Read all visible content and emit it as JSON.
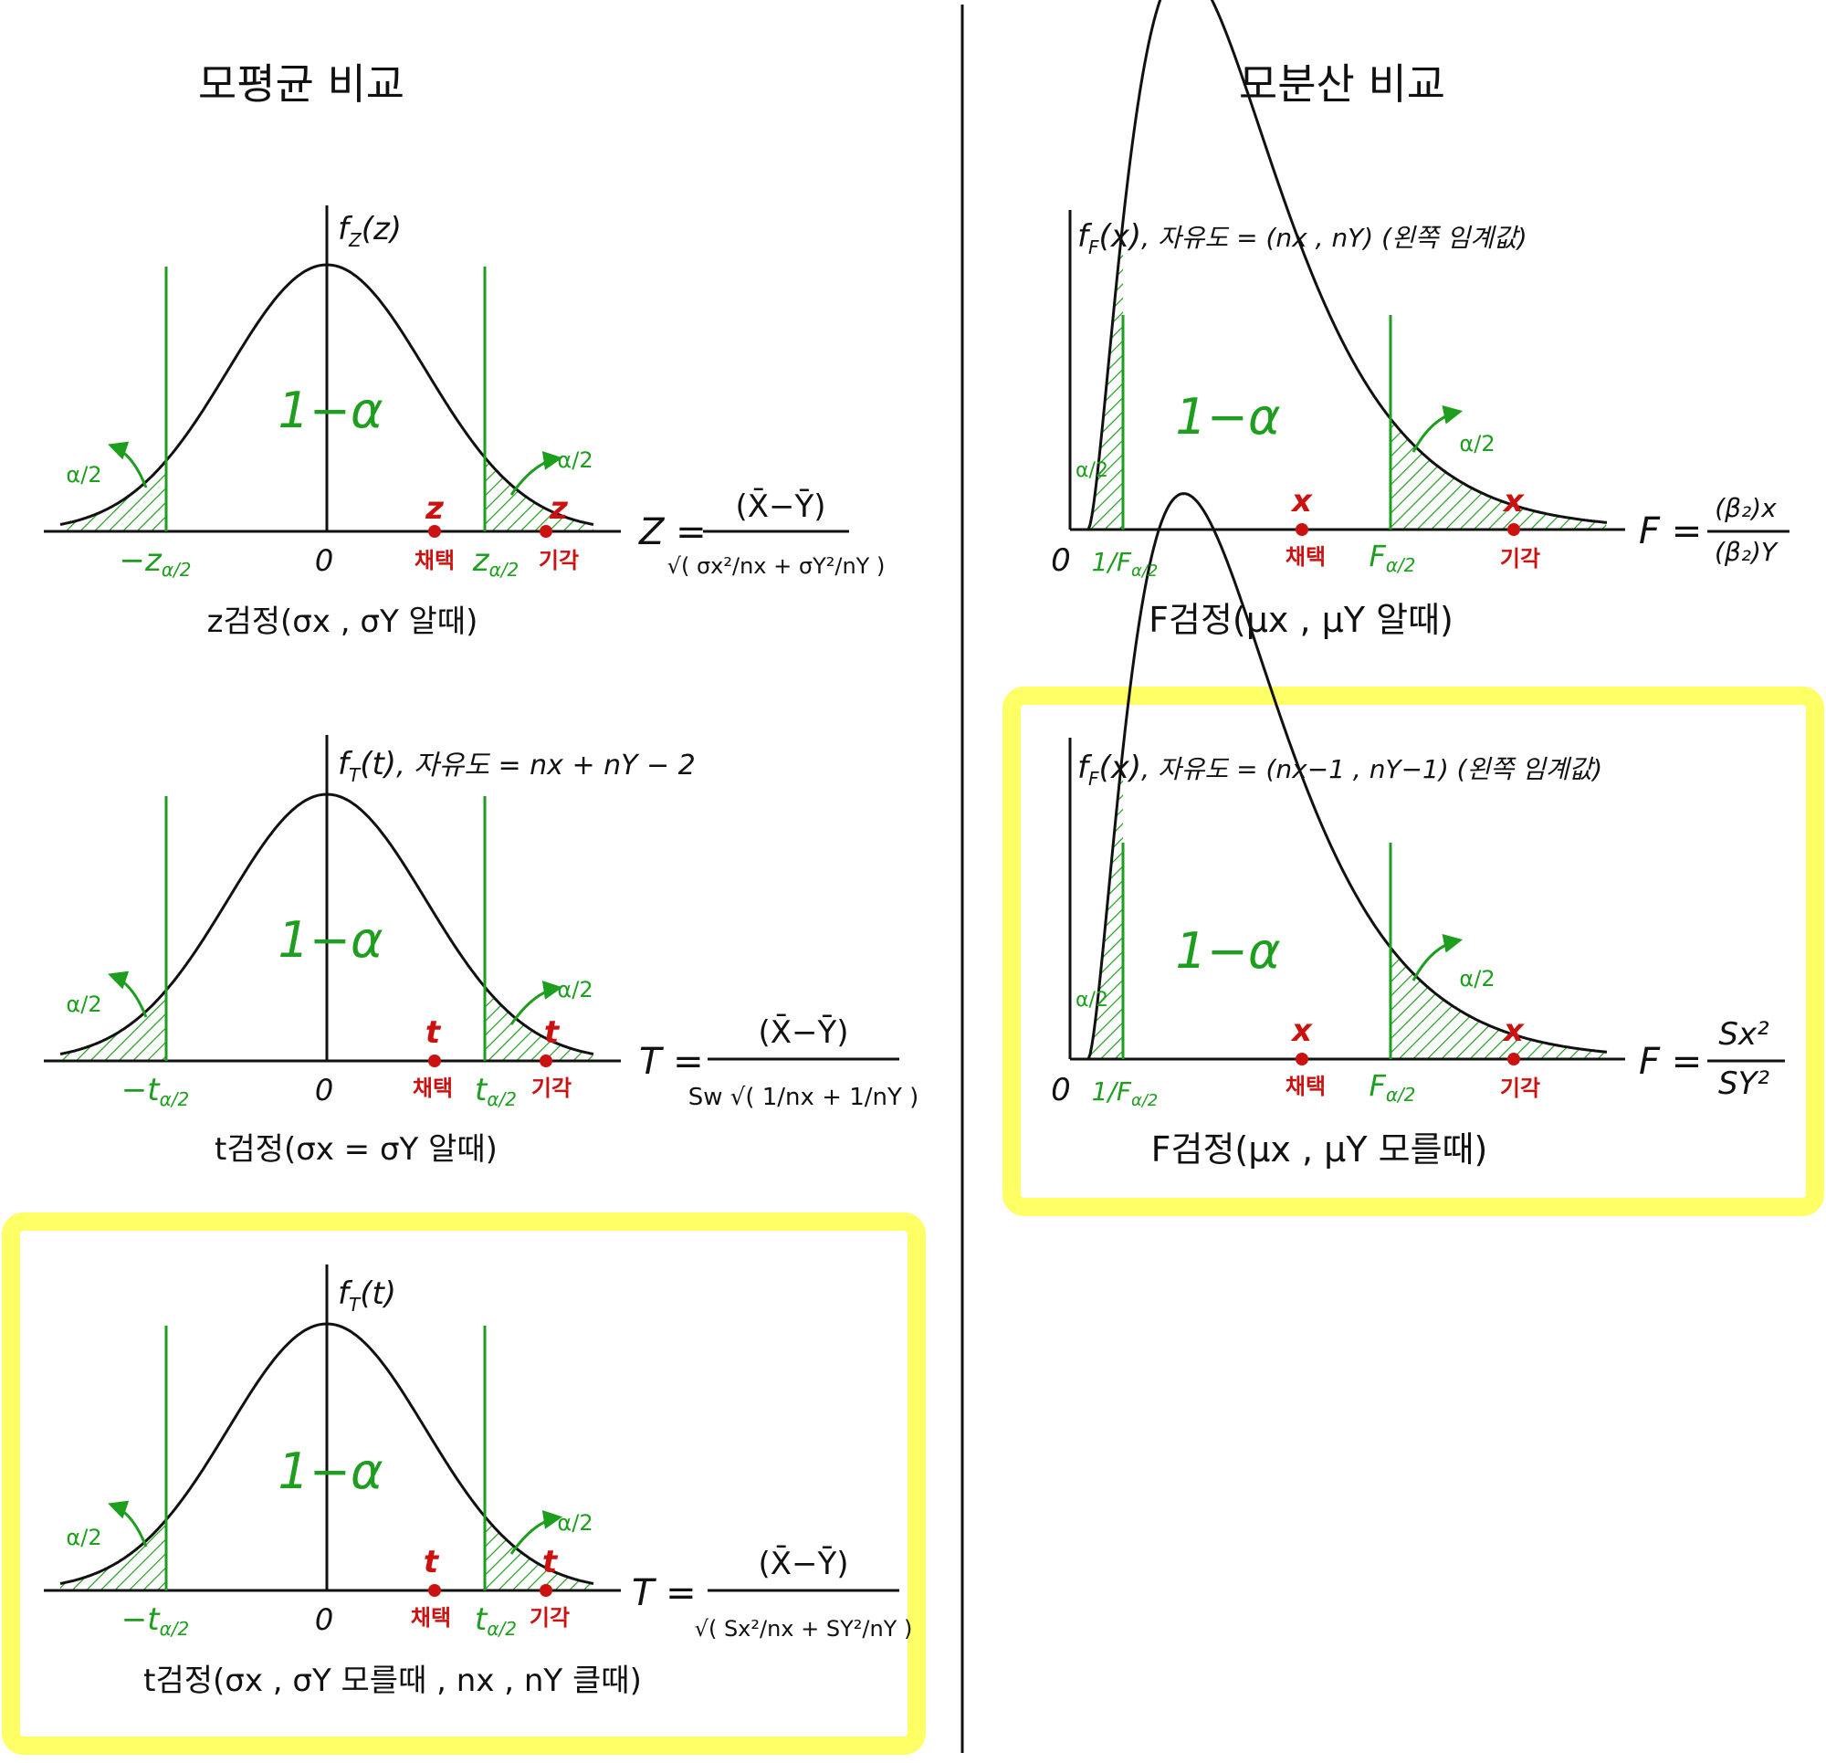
{
  "colors": {
    "ink": "#111111",
    "green": "#1e9e1e",
    "red": "#cc1111",
    "highlight": "#ffff66"
  },
  "left_header": "모평균 비교",
  "right_header": "모분산 비교",
  "panels": [
    {
      "id": "z",
      "curve": "normal",
      "highlighted": false,
      "fn_label": "f",
      "fn_sub": "Z",
      "fn_arg": "(z)",
      "fn_extra": "",
      "area_label": "1−α",
      "tail_left": "α/2",
      "tail_right": "α/2",
      "zero": "0",
      "crit_left": "−z",
      "crit_left_sub": "α/2",
      "crit_right": "z",
      "crit_right_sub": "α/2",
      "accept_mark": "z",
      "accept_label": "채택",
      "reject_mark": "z",
      "reject_label": "기각",
      "formula_lhs": "Z =",
      "formula_num": "(X̄−Ȳ)",
      "formula_den": "√( σx²/nx + σY²/nY )",
      "caption": "z검정(σx , σY 알때)"
    },
    {
      "id": "t1",
      "curve": "normal",
      "highlighted": false,
      "fn_label": "f",
      "fn_sub": "T",
      "fn_arg": "(t)",
      "fn_extra": ", 자유도 = nx + nY − 2",
      "area_label": "1−α",
      "tail_left": "α/2",
      "tail_right": "α/2",
      "zero": "0",
      "crit_left": "−t",
      "crit_left_sub": "α/2",
      "crit_right": "t",
      "crit_right_sub": "α/2",
      "accept_mark": "t",
      "accept_label": "채택",
      "reject_mark": "t",
      "reject_label": "기각",
      "formula_lhs": "T =",
      "formula_num": "(X̄−Ȳ)",
      "formula_den": "Sw √( 1/nx + 1/nY )",
      "caption": "t검정(σx = σY 알때)"
    },
    {
      "id": "t2",
      "curve": "normal",
      "highlighted": true,
      "fn_label": "f",
      "fn_sub": "T",
      "fn_arg": "(t)",
      "fn_extra": "",
      "area_label": "1−α",
      "tail_left": "α/2",
      "tail_right": "α/2",
      "zero": "0",
      "crit_left": "−t",
      "crit_left_sub": "α/2",
      "crit_right": "t",
      "crit_right_sub": "α/2",
      "accept_mark": "t",
      "accept_label": "채택",
      "reject_mark": "t",
      "reject_label": "기각",
      "formula_lhs": "T =",
      "formula_num": "(X̄−Ȳ)",
      "formula_den": "√( Sx²/nx + SY²/nY )",
      "caption": "t검정(σx , σY 모를때 , nx , nY 클때)"
    },
    {
      "id": "f1",
      "curve": "skewed",
      "highlighted": false,
      "fn_label": "f",
      "fn_sub": "F",
      "fn_arg": "(x)",
      "fn_extra": ", 자유도 = (nx , nY) (왼쪽 임계값)",
      "area_label": "1−α",
      "tail_left": "α/2",
      "tail_right": "α/2",
      "zero": "0",
      "crit_left": "1/F",
      "crit_left_sub": "α/2",
      "crit_right": "F",
      "crit_right_sub": "α/2",
      "accept_mark": "x",
      "accept_label": "채택",
      "reject_mark": "x",
      "reject_label": "기각",
      "formula_lhs": "F =",
      "formula_num": "(β₂)x",
      "formula_den": "(β₂)Y",
      "caption": "F검정(μx , μY 알때)"
    },
    {
      "id": "f2",
      "curve": "skewed",
      "highlighted": true,
      "fn_label": "f",
      "fn_sub": "F",
      "fn_arg": "(x)",
      "fn_extra": ", 자유도 = (nx−1 , nY−1) (왼쪽 임계값)",
      "area_label": "1−α",
      "tail_left": "α/2",
      "tail_right": "α/2",
      "zero": "0",
      "crit_left": "1/F",
      "crit_left_sub": "α/2",
      "crit_right": "F",
      "crit_right_sub": "α/2",
      "accept_mark": "x",
      "accept_label": "채택",
      "reject_mark": "x",
      "reject_label": "기각",
      "formula_lhs": "F =",
      "formula_num": "Sx²",
      "formula_den": "SY²",
      "caption": "F검정(μx , μY 모를때)"
    }
  ]
}
